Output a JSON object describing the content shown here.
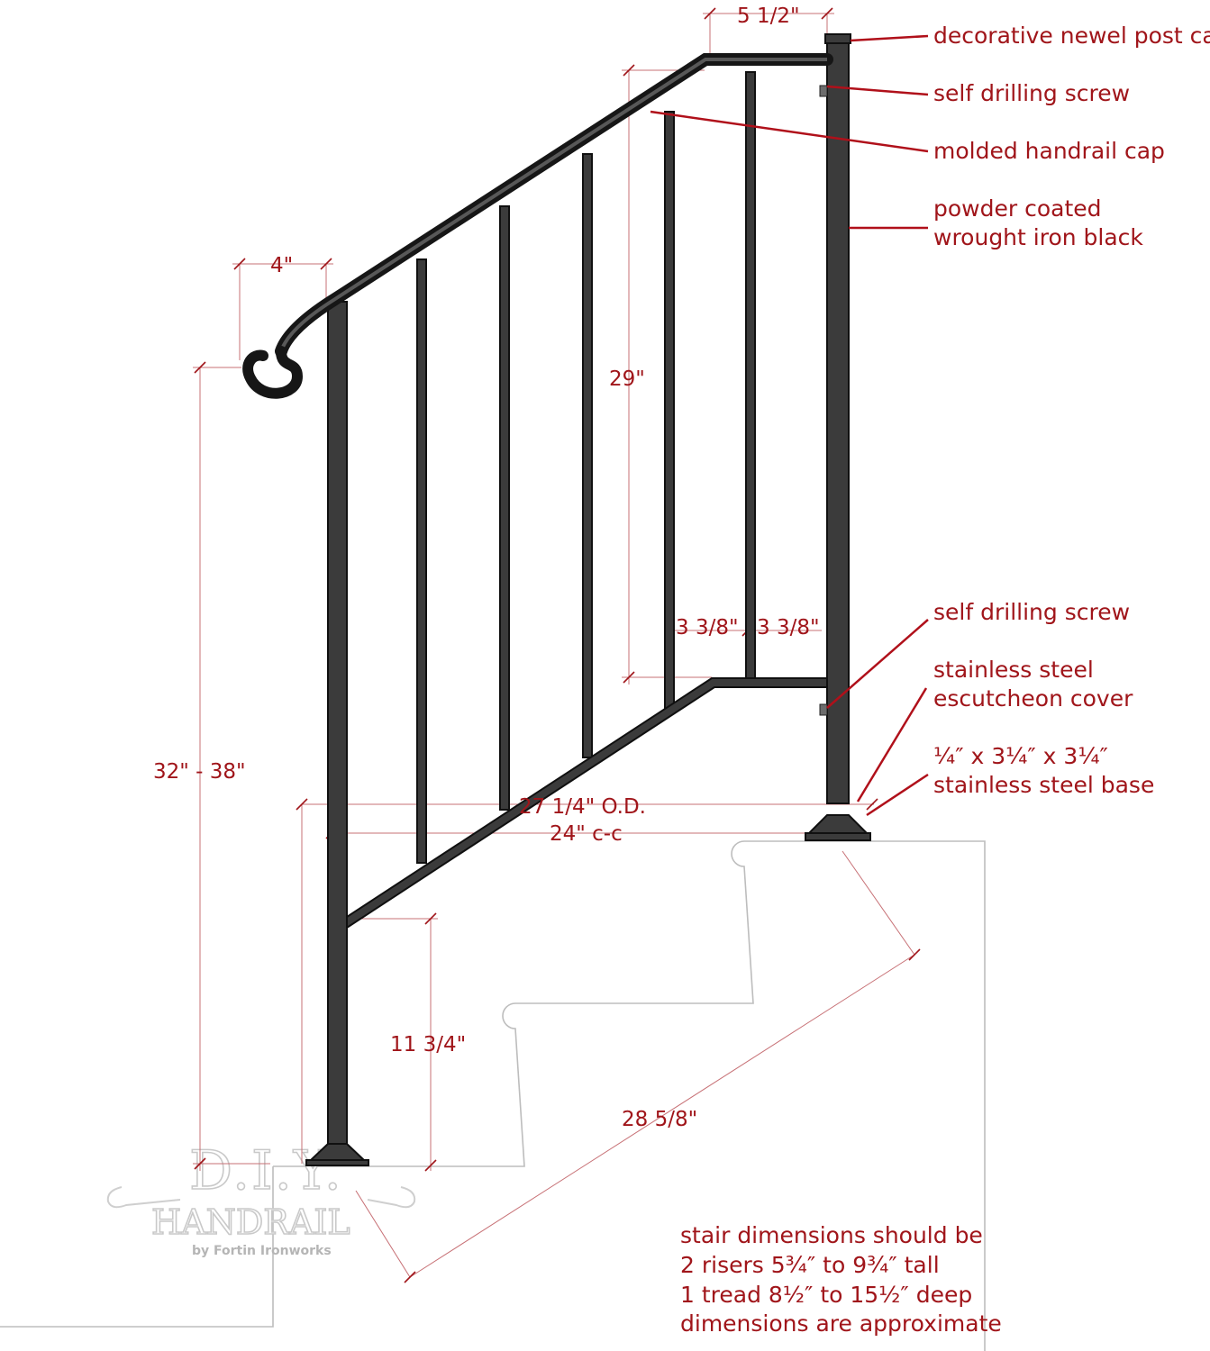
{
  "callouts": {
    "newel_cap": "decorative newel post cap",
    "screw_top": "self drilling screw",
    "handrail_cap": "molded handrail cap",
    "powder_1": "powder coated",
    "powder_2": "wrought iron black",
    "screw_bottom": "self drilling screw",
    "escutcheon_1": "stainless steel",
    "escutcheon_2": "escutcheon cover",
    "base_1": "¼″ x 3¼″ x 3¼″",
    "base_2": "stainless steel base"
  },
  "dimensions": {
    "cap_overhang": "5 1/2\"",
    "scroll_width": "4\"",
    "baluster_height": "29\"",
    "rail_height": "32\" - 38\"",
    "spacing_left": "3 3/8\"",
    "spacing_right": "3 3/8\"",
    "overall_od": "27 1/4\" O.D.",
    "center_to_center": "24\" c-c",
    "riser_height": "11 3/4\"",
    "diagonal_run": "28 5/8\""
  },
  "notes": [
    "stair dimensions should be",
    "2 risers 5¾″ to 9¾″ tall",
    "1 tread 8½″ to 15½″ deep",
    "dimensions are approximate"
  ],
  "watermark": {
    "line1": "D.I.Y.",
    "line2": "HANDRAIL",
    "line3": "by Fortin Ironworks"
  }
}
